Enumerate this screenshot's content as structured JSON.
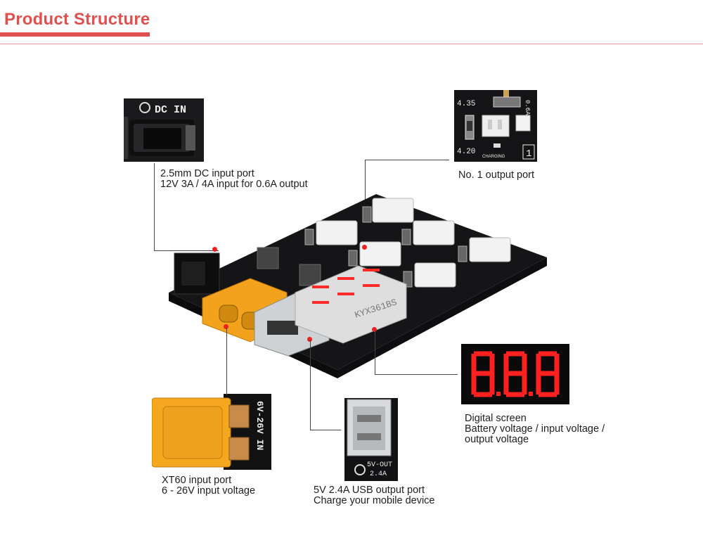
{
  "header": {
    "title": "Product Structure"
  },
  "callouts": {
    "dc": {
      "line1": "2.5mm DC input port",
      "line2": "12V 3A / 4A input for 0.6A output"
    },
    "no1": {
      "line1": "No. 1 output port"
    },
    "digital": {
      "line1": "Digital screen",
      "line2": "Battery voltage / input voltage /",
      "line3": "output voltage"
    },
    "xt60": {
      "line1": "XT60 input port",
      "line2": "6 - 26V input voltage"
    },
    "usb": {
      "line1": "5V 2.4A USB output port",
      "line2": "Charge your mobile device"
    }
  },
  "silkscreen": {
    "dc_in": "DC IN",
    "xt60_range": "6V-26V IN",
    "usb_rating_1": "5V-OUT",
    "usb_rating_2": "2.4A",
    "no1_v_hi": "4.35",
    "no1_v_lo": "4.20",
    "no1_charging": "CHARGING",
    "no1_num": "1",
    "no1_current_a": "0.6A",
    "board_chip": "KYX361BS"
  },
  "colors": {
    "accent": "#e0504f",
    "pcb": "#1b1b1d",
    "xt60": "#f2a21d",
    "led_red": "#ff2a2a"
  }
}
